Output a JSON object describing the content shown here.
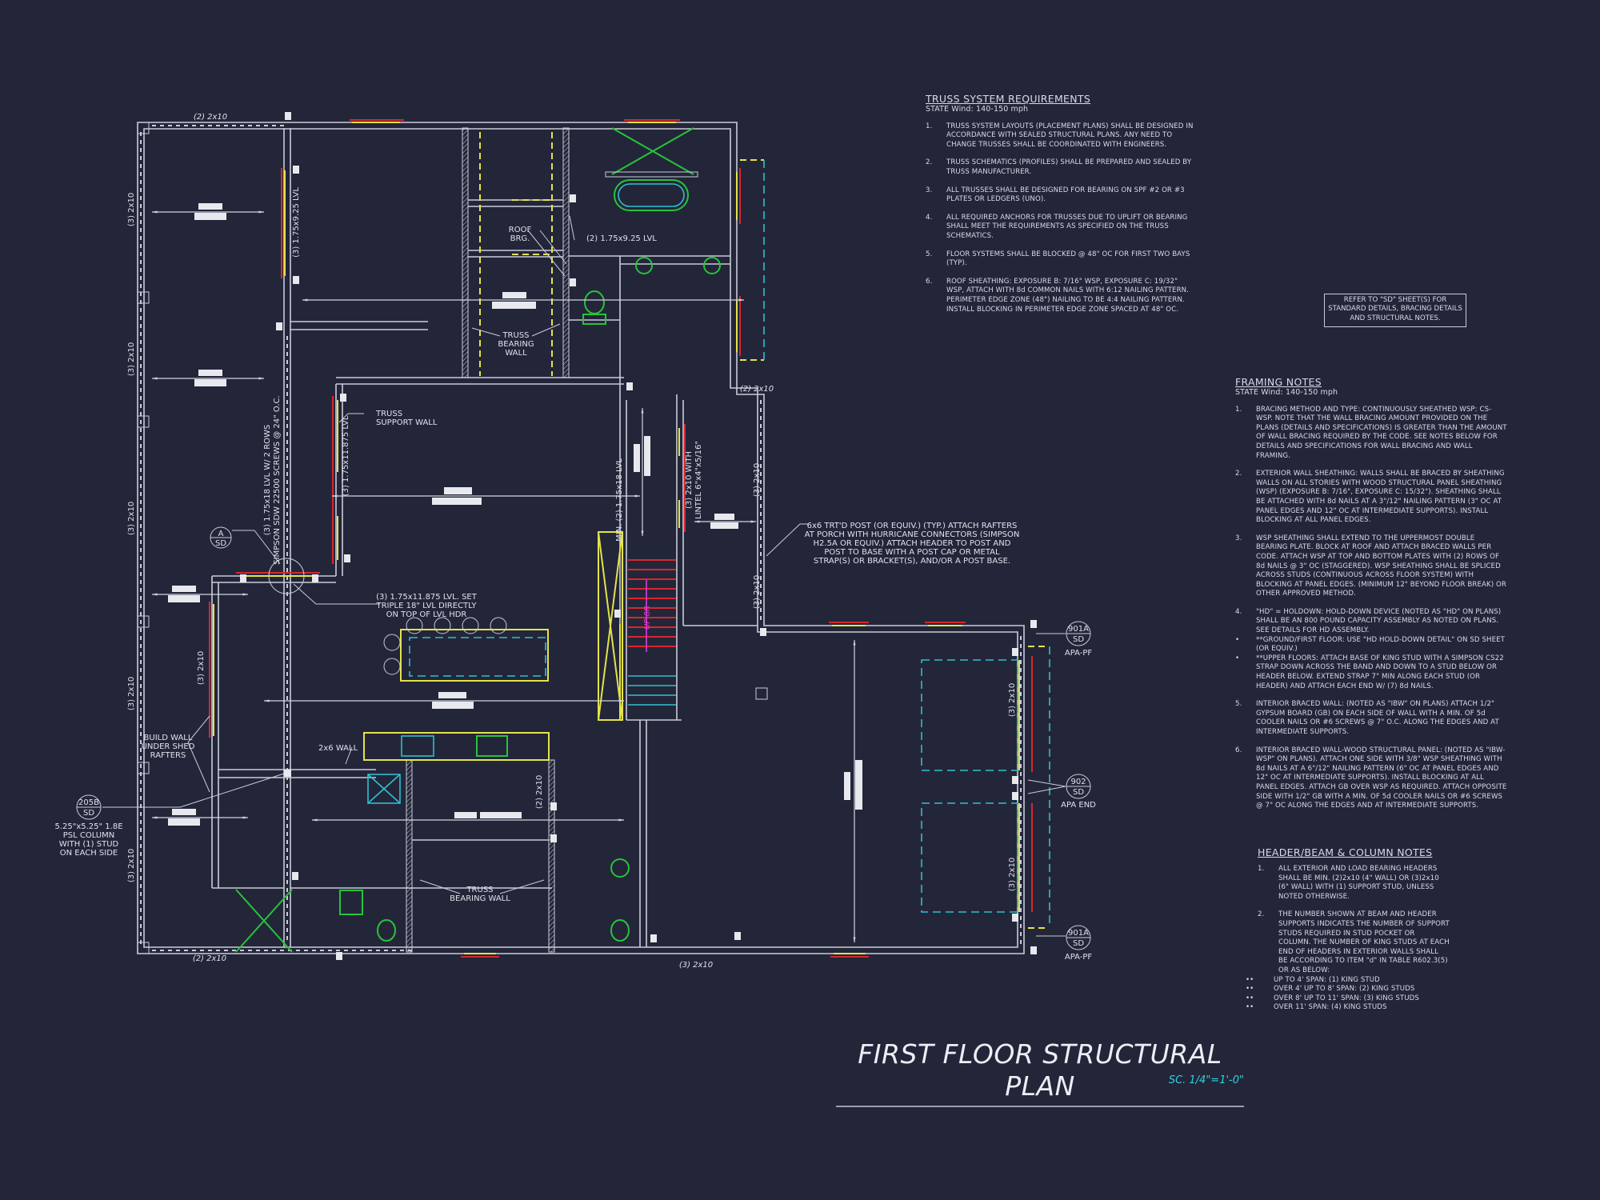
{
  "title": "FIRST FLOOR STRUCTURAL PLAN",
  "scale": "SC. 1/4\"=1'-0\"",
  "colors": {
    "background": "#232639",
    "walls": "#c9ccd8",
    "headers": "#e4e34a",
    "braced_wall": "#d8262f",
    "fixtures": "#27c43a",
    "dashed_overhead": "#2fbfcf",
    "stair_text": "#e03ad8",
    "scale_text": "#2fd0dd"
  },
  "truss_notes": {
    "heading": "TRUSS SYSTEM REQUIREMENTS",
    "subheading": "STATE Wind: 140-150 mph",
    "items": [
      {
        "n": "1.",
        "text": "TRUSS SYSTEM LAYOUTS (PLACEMENT PLANS) SHALL BE DESIGNED IN ACCORDANCE WITH SEALED STRUCTURAL PLANS. ANY NEED TO CHANGE TRUSSES SHALL BE COORDINATED WITH ENGINEERS."
      },
      {
        "n": "2.",
        "text": "TRUSS SCHEMATICS (PROFILES) SHALL BE PREPARED AND SEALED BY TRUSS MANUFACTURER."
      },
      {
        "n": "3.",
        "text": "ALL TRUSSES SHALL BE DESIGNED FOR BEARING ON SPF #2 OR #3 PLATES OR LEDGERS (UNO)."
      },
      {
        "n": "4.",
        "text": "ALL REQUIRED ANCHORS FOR TRUSSES DUE TO UPLIFT OR BEARING SHALL MEET THE REQUIREMENTS AS SPECIFIED ON THE TRUSS SCHEMATICS."
      },
      {
        "n": "5.",
        "text": "FLOOR SYSTEMS SHALL BE BLOCKED @ 48\" OC FOR FIRST TWO BAYS (TYP)."
      },
      {
        "n": "6.",
        "text": "ROOF SHEATHING: EXPOSURE B: 7/16\" WSP, EXPOSURE C: 19/32\" WSP, ATTACH WITH 8d COMMON NAILS WITH 6:12 NAILING PATTERN. PERIMETER EDGE ZONE (48\") NAILING TO BE 4:4 NAILING PATTERN. INSTALL BLOCKING IN PERIMETER EDGE ZONE SPACED AT 48\" OC."
      }
    ]
  },
  "refer_note": "REFER TO \"SD\" SHEET(S) FOR STANDARD DETAILS, BRACING DETAILS AND STRUCTURAL NOTES.",
  "framing_notes": {
    "heading": "FRAMING NOTES",
    "subheading": "STATE Wind: 140-150 mph",
    "items": [
      {
        "n": "1.",
        "text": "BRACING METHOD AND TYPE: CONTINUOUSLY SHEATHED WSP: CS-WSP. NOTE THAT THE WALL BRACING AMOUNT PROVIDED ON THE PLANS (DETAILS AND SPECIFICATIONS) IS GREATER THAN THE AMOUNT OF WALL BRACING REQUIRED BY THE CODE. SEE NOTES BELOW FOR DETAILS AND SPECIFICATIONS FOR WALL BRACING AND WALL FRAMING."
      },
      {
        "n": "2.",
        "text": "EXTERIOR WALL SHEATHING: WALLS SHALL BE BRACED BY SHEATHING WALLS ON ALL STORIES WITH WOOD STRUCTURAL PANEL SHEATHING (WSP) (EXPOSURE B: 7/16\", EXPOSURE C: 15/32\"). SHEATHING SHALL BE ATTACHED WITH 8d NAILS AT A 3\"/12\" NAILING PATTERN (3\" OC AT PANEL EDGES AND 12\" OC AT INTERMEDIATE SUPPORTS). INSTALL BLOCKING AT ALL PANEL EDGES."
      },
      {
        "n": "3.",
        "text": "WSP SHEATHING SHALL EXTEND TO THE UPPERMOST DOUBLE BEARING PLATE. BLOCK AT ROOF AND ATTACH BRACED WALLS PER CODE. ATTACH WSP AT TOP AND BOTTOM PLATES WITH (2) ROWS OF 8d NAILS @ 3\" OC (STAGGERED). WSP SHEATHING SHALL BE SPLICED ACROSS STUDS (CONTINUOUS ACROSS FLOOR SYSTEM) WITH BLOCKING AT PANEL EDGES. (MINIMUM 12\" BEYOND FLOOR BREAK) OR OTHER APPROVED METHOD."
      },
      {
        "n": "4.",
        "text": "\"HD\" = HOLDOWN: HOLD-DOWN DEVICE (NOTED AS \"HD\" ON PLANS) SHALL BE AN 800 POUND CAPACITY ASSEMBLY AS NOTED ON PLANS. SEE DETAILS FOR HD ASSEMBLY."
      },
      {
        "n": "•",
        "text": "**GROUND/FIRST FLOOR: USE \"HD HOLD-DOWN DETAIL\" ON SD SHEET (OR EQUIV.)",
        "bullet": true
      },
      {
        "n": "•",
        "text": "**UPPER FLOORS: ATTACH BASE OF KING STUD WITH A SIMPSON CS22 STRAP DOWN ACROSS THE BAND AND DOWN TO A STUD BELOW OR HEADER BELOW. EXTEND STRAP 7\" MIN ALONG EACH STUD (OR HEADER) AND ATTACH EACH END W/ (7) 8d NAILS."
      },
      {
        "n": "5.",
        "text": "INTERIOR BRACED WALL: (NOTED AS \"IBW\" ON PLANS) ATTACH 1/2\" GYPSUM BOARD (GB) ON EACH SIDE OF WALL WITH A MIN. OF 5d COOLER NAILS OR #6 SCREWS @ 7\" O.C. ALONG THE EDGES AND AT INTERMEDIATE SUPPORTS."
      },
      {
        "n": "6.",
        "text": "INTERIOR BRACED WALL-WOOD STRUCTURAL PANEL: (NOTED AS \"IBW-WSP\" ON PLANS). ATTACH ONE SIDE WITH 3/8\" WSP SHEATHING WITH 8d NAILS AT A 6\"/12\" NAILING PATTERN (6\" OC AT PANEL EDGES AND 12\" OC AT INTERMEDIATE SUPPORTS). INSTALL BLOCKING AT ALL PANEL EDGES. ATTACH GB OVER WSP AS REQUIRED. ATTACH OPPOSITE SIDE WITH 1/2\" GB WITH A MIN. OF 5d COOLER NAILS OR #6 SCREWS @ 7\" OC ALONG THE EDGES AND AT INTERMEDIATE SUPPORTS."
      }
    ]
  },
  "header_notes": {
    "heading": "HEADER/BEAM & COLUMN NOTES",
    "items": [
      {
        "n": "1.",
        "text": "ALL EXTERIOR AND LOAD BEARING HEADERS SHALL BE MIN. (2)2x10 (4\" WALL) OR (3)2x10 (6\" WALL) WITH (1) SUPPORT STUD, UNLESS NOTED OTHERWISE."
      },
      {
        "n": "2.",
        "text": "THE NUMBER SHOWN AT BEAM AND HEADER SUPPORTS INDICATES THE NUMBER OF SUPPORT STUDS REQUIRED IN STUD POCKET OR COLUMN. THE NUMBER OF KING STUDS AT EACH END OF HEADERS IN EXTERIOR WALLS SHALL BE ACCORDING TO ITEM \"d\" IN TABLE R602.3(5) OR AS BELOW:"
      }
    ],
    "spans": [
      "UP TO 4' SPAN: (1) KING STUD",
      "OVER 4' UP TO 8' SPAN: (2) KING STUDS",
      "OVER 8' UP TO 11' SPAN: (3) KING STUDS",
      "OVER 11' SPAN: (4) KING STUDS"
    ]
  },
  "plan_labels": {
    "top_header": "(2) 2x10",
    "left_wall": "(3) 2x10",
    "bottom_header": "(2) 2x10",
    "bottom_header_2": "(3) 2x10",
    "lvl_upper": "(3) 1.75x9.25 LVL",
    "lvl_beam_1": "(3) 1.75x18 LVL W/ 2 ROWS",
    "lvl_beam_2": "SIMPSON SDW 22500 SCREWS @ 24\" O.C.",
    "truss_support_1": "TRUSS",
    "truss_support_2": "SUPPORT WALL",
    "lvl_11875": "(3) 1.75x11.875 LVL",
    "roof_brg_1": "ROOF",
    "roof_brg_2": "BRG.",
    "lvl_925_2": "(2) 1.75x9.25 LVL",
    "truss_bearing_1": "TRUSS",
    "truss_bearing_2": "BEARING",
    "truss_bearing_3": "WALL",
    "porch_header": "(2) 2x10",
    "stair_lvl": "MIN. (2) 1.75x18 LVL",
    "lintel_1": "(3) 2x10 WITH",
    "lintel_2": "LINTEL 6\"x4\"x5/16\"",
    "porch_post_wall": "(3) 2x10",
    "porch_note": [
      "6x6 TRT'D POST (OR EQUIV.) (TYP.) ATTACH RAFTERS",
      "AT PORCH WITH HURRICANE CONNECTORS (SIMPSON",
      "H2.5A OR EQUIV.) ATTACH HEADER TO POST AND",
      "POST TO BASE WITH A POST CAP OR METAL",
      "STRAP(S) OR BRACKET(S), AND/OR A POST BASE."
    ],
    "bubble_a_top": "A",
    "bubble_a_bottom": "SD",
    "triple_lvl": [
      "(3) 1.75x11.875 LVL. SET",
      "TRIPLE 18\" LVL DIRECTLY",
      "ON TOP OF LVL HDR"
    ],
    "shed_wall_header": "(3) 2x10",
    "build_wall": [
      "BUILD WALL",
      "UNDER SHED",
      "RAFTERS"
    ],
    "wall_2x6": "2x6 WALL",
    "bubble_205b_top": "205B",
    "bubble_205b_bottom": "SD",
    "psl_column": [
      "5.25\"x5.25\" 1.8E",
      "PSL COLUMN",
      "WITH (1) STUD",
      "ON EACH SIDE"
    ],
    "kitchen_header": "(2) 2x10",
    "truss_bearing_lower": [
      "TRUSS",
      "BEARING WALL"
    ],
    "stair": "UP 8R",
    "garage_wall": "(3) 2x10",
    "bubble_901a": "901A",
    "bubble_sd": "SD",
    "apa_pf": "APA-PF",
    "bubble_902": "902",
    "apa_end": "APA END"
  }
}
